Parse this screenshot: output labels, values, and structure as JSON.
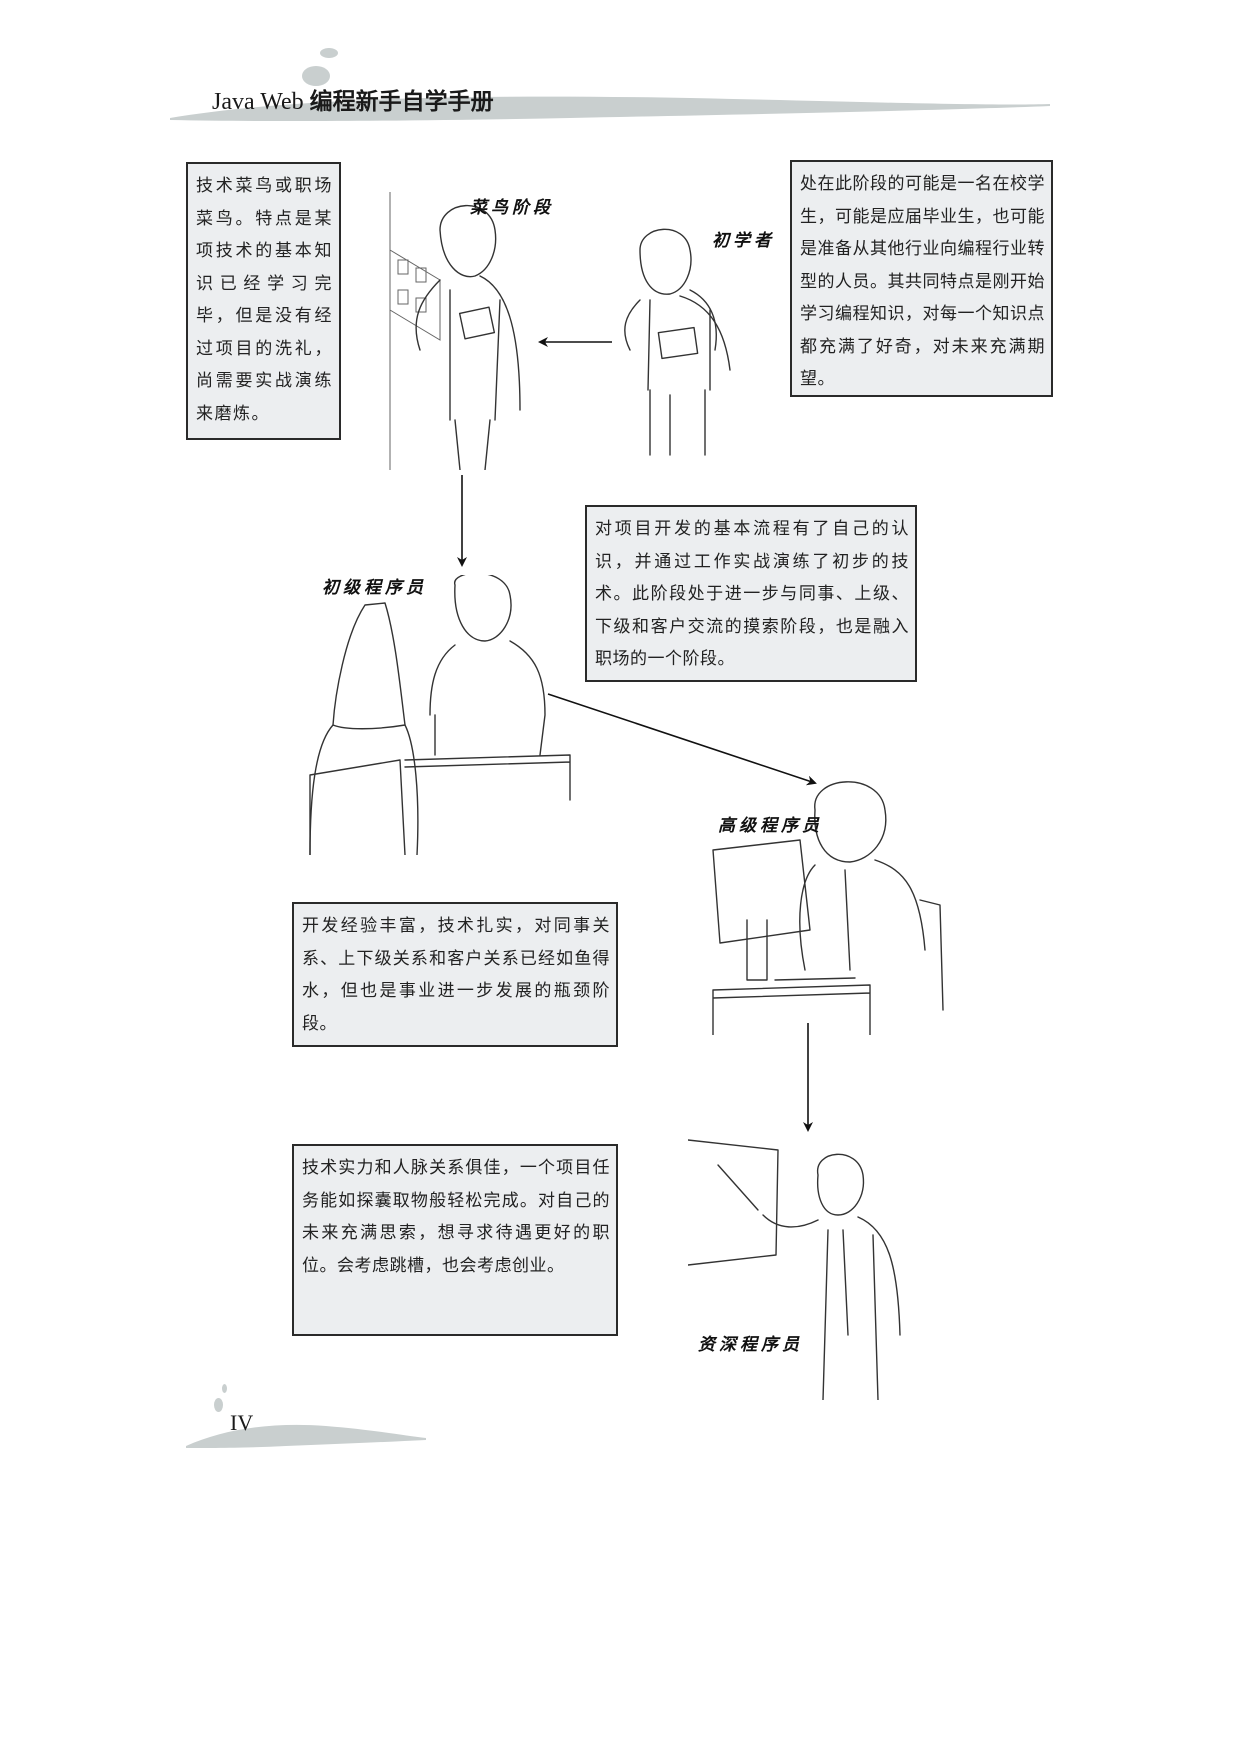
{
  "header": {
    "title_en": "Java Web",
    "title_cn": "编程新手自学手册"
  },
  "stages": {
    "beginner": {
      "label": "初学者",
      "description": "处在此阶段的可能是一名在校学生，可能是应届毕业生，也可能是准备从其他行业向编程行业转型的人员。其共同特点是刚开始学习编程知识，对每一个知识点都充满了好奇，对未来充满期望。"
    },
    "novice": {
      "label": "菜鸟阶段",
      "description": "技术菜鸟或职场菜鸟。特点是某项技术的基本知识已经学习完毕，但是没有经过项目的洗礼，尚需要实战演练来磨炼。"
    },
    "junior": {
      "label": "初级程序员",
      "description": "对项目开发的基本流程有了自己的认识，并通过工作实战演练了初步的技术。此阶段处于进一步与同事、上级、下级和客户交流的摸索阶段，也是融入职场的一个阶段。"
    },
    "senior": {
      "label": "高级程序员",
      "description": "开发经验丰富，技术扎实，对同事关系、上下级关系和客户关系已经如鱼得水，但也是事业进一步发展的瓶颈阶段。"
    },
    "veteran": {
      "label": "资深程序员",
      "description": "技术实力和人脉关系俱佳，一个项目任务能如探囊取物般轻松完成。对自己的未来充满思索，想寻求待遇更好的职位。会考虑跳槽，也会考虑创业。"
    }
  },
  "footer": {
    "page_number": "IV"
  },
  "colors": {
    "box_background": "#eceef0",
    "box_border": "#2a2a2a",
    "swoosh": "#c9cfcf"
  }
}
